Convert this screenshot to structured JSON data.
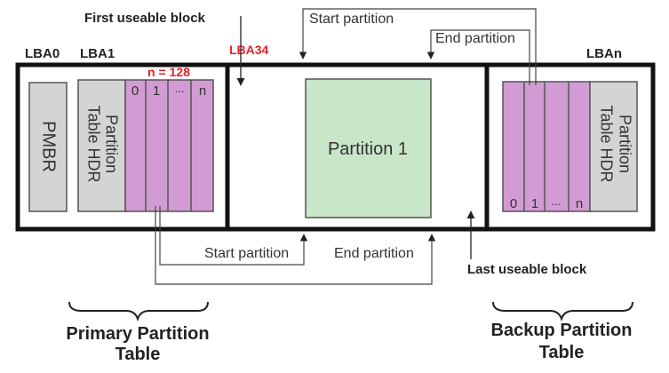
{
  "top_labels": {
    "lba0": "LBA0",
    "lba1": "LBA1",
    "lba34": "LBA34",
    "lban": "LBAn",
    "first_useable_block": "First useable block",
    "start_partition_top": "Start partition",
    "end_partition_top": "End partition"
  },
  "primary_table": {
    "pmbr": "PMBR",
    "header_line1": "Partition",
    "header_line2": "Table HDR",
    "entry_count": "n = 128",
    "entries": [
      "0",
      "1",
      "...",
      "n"
    ]
  },
  "partition": {
    "label": "Partition 1"
  },
  "backup_table": {
    "entries": [
      "0",
      "1",
      "...",
      "n"
    ],
    "header_line1": "Partition",
    "header_line2": "Table HDR"
  },
  "bottom_labels": {
    "start_partition_bottom": "Start partition",
    "end_partition_bottom": "End partition",
    "last_useable_block": "Last useable block"
  },
  "captions": {
    "primary_line1": "Primary Partition",
    "primary_line2": "Table",
    "backup_line1": "Backup Partition",
    "backup_line2": "Table"
  },
  "colors": {
    "gray_block": "#d4d4d4",
    "purple_entries": "#d39bd3",
    "green_partition": "#c8e6c8",
    "lba34_red": "#e8202a"
  }
}
